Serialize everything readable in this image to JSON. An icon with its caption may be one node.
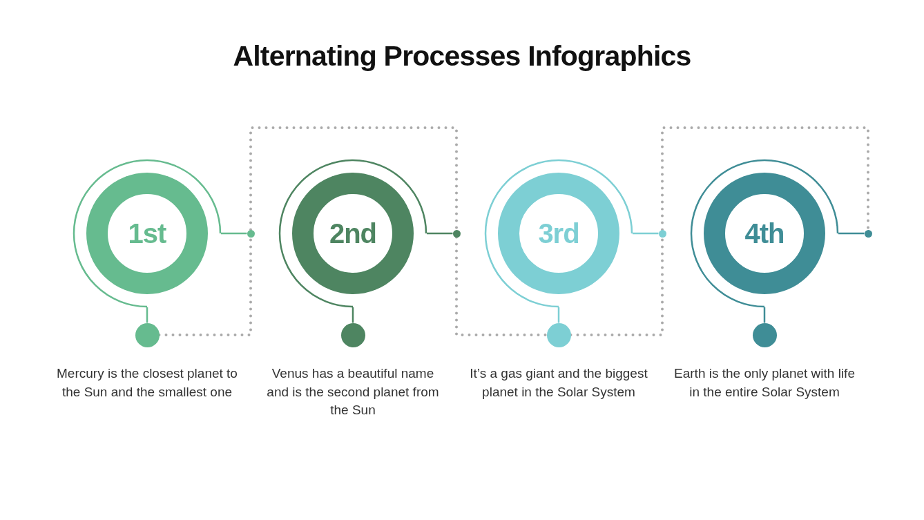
{
  "diagram": {
    "title": "Alternating Processes Infographics",
    "nodes": [
      {
        "text": [
          "1st"
        ]
      },
      {
        "text": [],
        "shape": "circle"
      },
      {
        "text": [],
        "shape": "circle"
      },
      {
        "text": [
          "2nd"
        ]
      },
      {
        "text": [],
        "shape": "circle"
      },
      {
        "text": [],
        "shape": "circle"
      },
      {
        "text": [
          "3rd"
        ]
      },
      {
        "text": [],
        "shape": "circle"
      },
      {
        "text": [],
        "shape": "circle"
      },
      {
        "text": [
          "4th"
        ]
      },
      {
        "text": [],
        "shape": "circle"
      },
      {
        "text": [],
        "shape": "circle"
      }
    ],
    "edges": [
      {
        "from": 0,
        "to": 2,
        "arrow": "none",
        "color": "#66bb8f"
      },
      {
        "from": 3,
        "to": 5,
        "arrow": "none",
        "color": "#4e8561"
      },
      {
        "from": 6,
        "to": 8,
        "arrow": "none",
        "color": "#7dcfd4"
      },
      {
        "from": 9,
        "to": 11,
        "arrow": "none",
        "color": "#3f8d96"
      },
      {
        "from": 0,
        "to": 1,
        "arrow": "none",
        "color": "#66bb8f"
      },
      {
        "from": 3,
        "to": 4,
        "arrow": "none",
        "color": "#4e8561"
      },
      {
        "from": 6,
        "to": 7,
        "arrow": "none",
        "color": "#7dcfd4"
      },
      {
        "from": 9,
        "to": 10,
        "arrow": "none",
        "color": "#3f8d96"
      },
      {
        "from": 2,
        "to": 1,
        "arrow": "none",
        "style": "dashed",
        "color": "#aaaaaa"
      },
      {
        "from": 1,
        "to": 4,
        "arrow": "none",
        "style": "dashed",
        "color": "#aaaaaa"
      },
      {
        "from": 4,
        "to": 8,
        "arrow": "none",
        "style": "dashed",
        "color": "#aaaaaa"
      },
      {
        "from": 8,
        "to": 7,
        "arrow": "none",
        "style": "dashed",
        "color": "#aaaaaa"
      },
      {
        "from": 7,
        "to": 10,
        "arrow": "none",
        "style": "dashed",
        "color": "#aaaaaa"
      }
    ],
    "labels": [
      "Mercury is the closest planet to the Sun and the smallest one",
      "Venus has a beautiful name and is the second planet from the Sun",
      "It’s a gas giant and the biggest planet in the Solar System",
      "Earth is the only planet with life in the entire Solar System"
    ]
  }
}
